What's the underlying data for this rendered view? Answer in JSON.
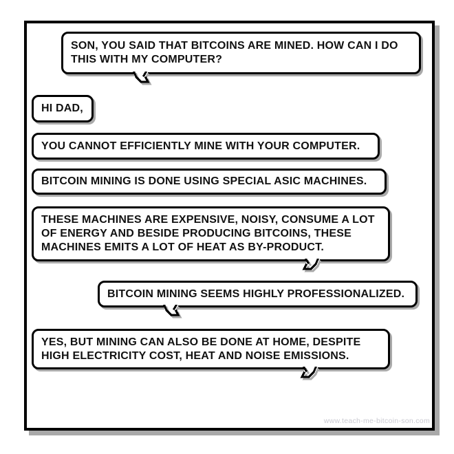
{
  "page": {
    "footer": "www.teach-me-bitcoin-son.com"
  },
  "colors": {
    "ink": "#000000",
    "bubble_fill": "#ffffff",
    "shadow": "#aaaaaa",
    "frame_shadow": "#a9a9a9",
    "watermark_text": "#c9c9d1",
    "background": "#ffffff"
  },
  "conversation": {
    "bubbles": [
      {
        "speaker": "dad",
        "tail": "bottom-left-curl",
        "lines": [
          "SON, YOU SAID THAT BITCOINS ARE MINED. HOW CAN I DO",
          "THIS WITH MY COMPUTER?"
        ]
      },
      {
        "speaker": "son",
        "tail": "none",
        "lines": [
          "HI DAD,"
        ]
      },
      {
        "speaker": "son",
        "tail": "none",
        "lines": [
          "YOU CANNOT EFFICIENTLY MINE WITH YOUR COMPUTER."
        ]
      },
      {
        "speaker": "son",
        "tail": "none",
        "lines": [
          "BITCOIN MINING IS DONE USING SPECIAL ASIC MACHINES."
        ]
      },
      {
        "speaker": "son",
        "tail": "bottom-right-curl",
        "lines": [
          "THESE MACHINES ARE EXPENSIVE, NOISY, CONSUME A LOT",
          "OF ENERGY AND BESIDE PRODUCING BITCOINS, THESE",
          "MACHINES EMITS A LOT OF HEAT AS BY-PRODUCT."
        ]
      },
      {
        "speaker": "dad",
        "tail": "bottom-left-curl",
        "lines": [
          "BITCOIN MINING SEEMS HIGHLY PROFESSIONALIZED."
        ]
      },
      {
        "speaker": "son",
        "tail": "bottom-right-curl",
        "lines": [
          "YES, BUT MINING CAN ALSO BE DONE AT HOME, DESPITE",
          "HIGH ELECTRICITY COST, HEAT AND NOISE EMISSIONS."
        ]
      }
    ]
  }
}
